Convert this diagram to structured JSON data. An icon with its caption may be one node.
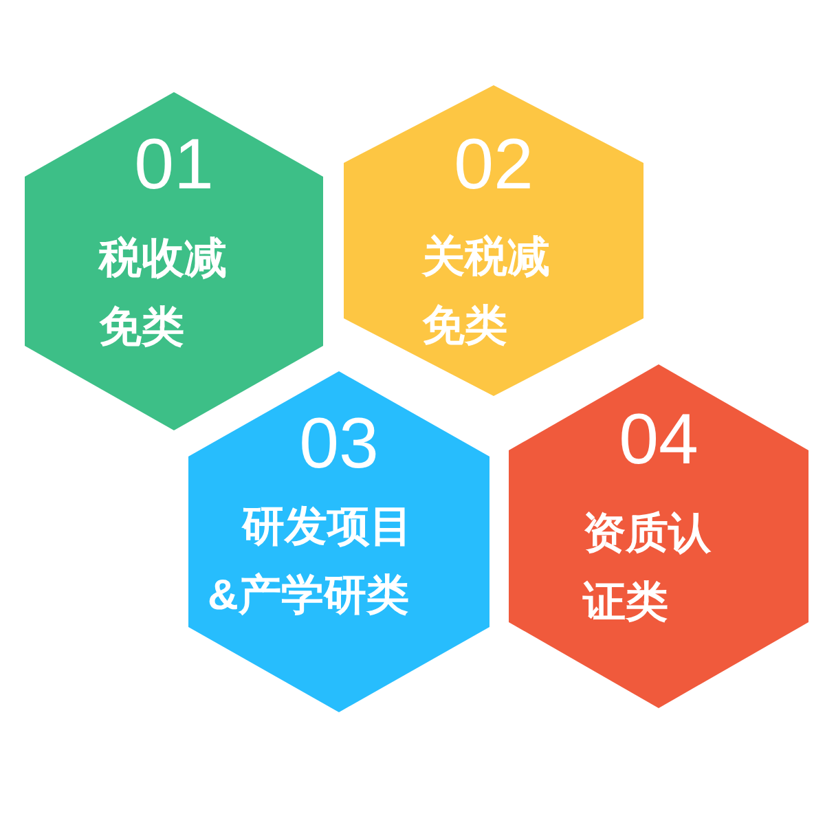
{
  "diagram": {
    "nodes": [
      {
        "text": [
          "01",
          "税收减免类"
        ]
      },
      {
        "text": [
          "02",
          "关税减免类"
        ]
      },
      {
        "text": [
          "03",
          "研发项目&产学研类"
        ]
      },
      {
        "text": [
          "04",
          "资质认证类"
        ]
      }
    ]
  }
}
